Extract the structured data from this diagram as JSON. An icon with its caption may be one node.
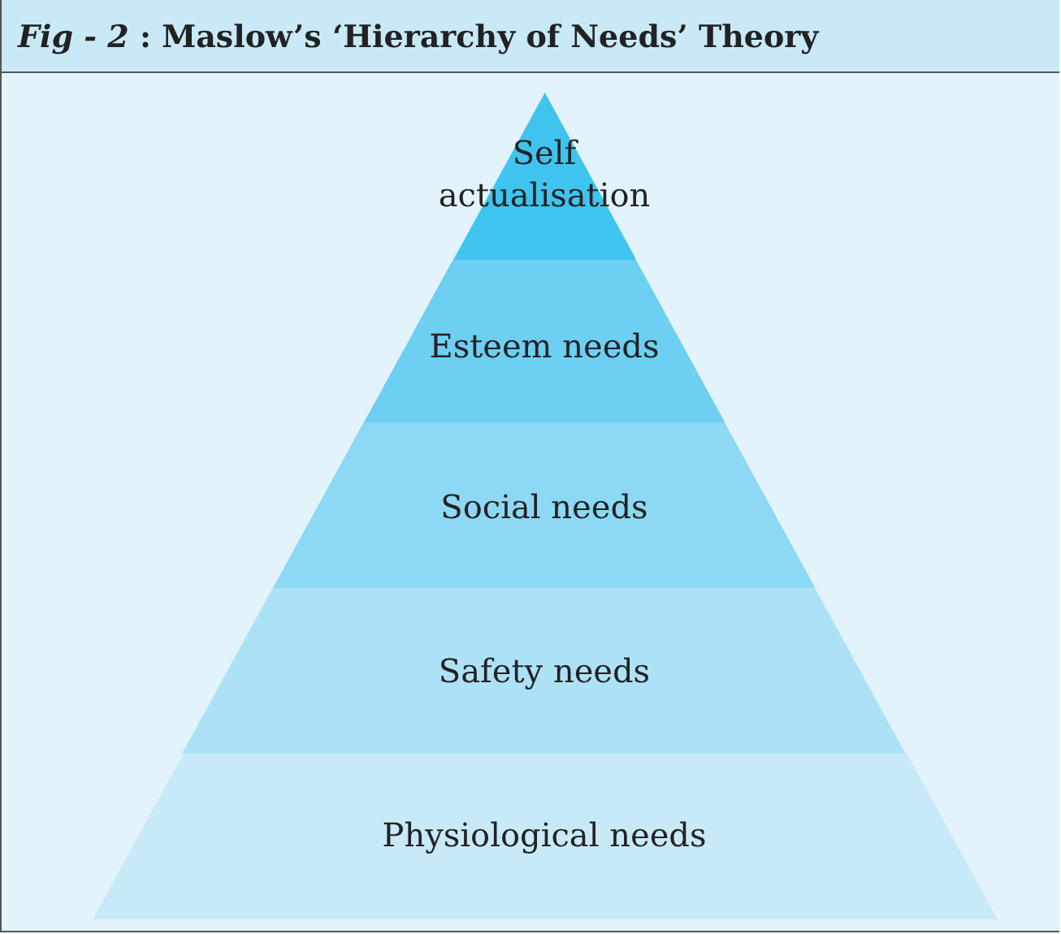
{
  "diagram": {
    "title": "*Fig - 2* : Maslow’s ‘Hierarchy of Needs’ Theory",
    "nodes": [
      {
        "text": [
          "Self actualisation"
        ]
      },
      {
        "text": [
          "Esteem needs"
        ]
      },
      {
        "text": [
          "Social needs"
        ]
      },
      {
        "text": [
          "Safety needs"
        ]
      },
      {
        "text": [
          "Physiological needs"
        ]
      }
    ]
  }
}
